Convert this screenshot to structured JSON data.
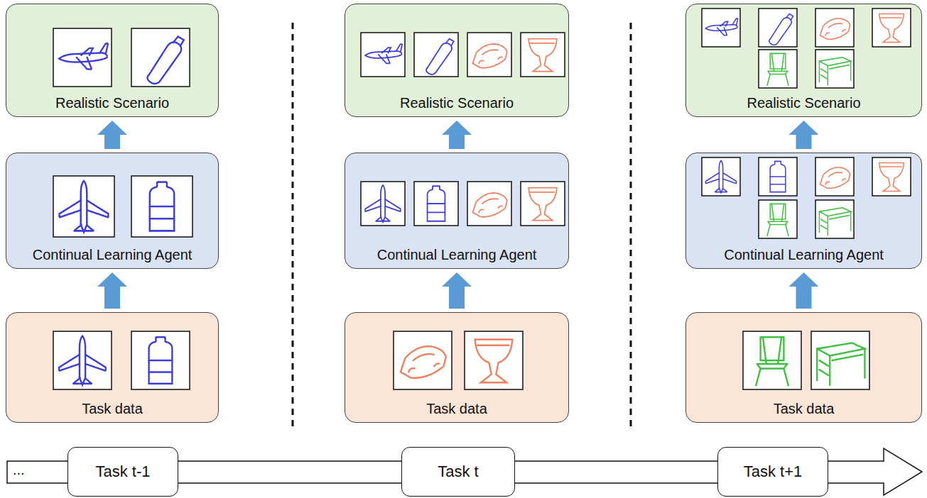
{
  "diagram": {
    "nodes": [
      {
        "text": [
          "Realistic Scenario"
        ]
      },
      {
        "text": [
          "Realistic Scenario"
        ]
      },
      {
        "text": [
          "Realistic Scenario"
        ]
      },
      {
        "text": [
          "Continual Learning Agent"
        ]
      },
      {
        "text": [
          "Continual Learning Agent"
        ]
      },
      {
        "text": [
          "Continual Learning Agent"
        ]
      },
      {
        "text": [
          "Task data"
        ]
      },
      {
        "text": [
          "Task data"
        ]
      },
      {
        "text": [
          "Task data"
        ]
      },
      {
        "text": [
          "Task t-1"
        ]
      },
      {
        "text": [
          "Task t"
        ]
      },
      {
        "text": [
          "Task t+1"
        ]
      }
    ],
    "edges": [
      {
        "from": 6,
        "to": 3,
        "arrow": "to"
      },
      {
        "from": 3,
        "to": 0,
        "arrow": "to"
      },
      {
        "from": 7,
        "to": 4,
        "arrow": "to"
      },
      {
        "from": 4,
        "to": 1,
        "arrow": "to"
      },
      {
        "from": 8,
        "to": 5,
        "arrow": "to"
      },
      {
        "from": 5,
        "to": 2,
        "arrow": "to"
      }
    ],
    "labels": [
      "..."
    ]
  }
}
